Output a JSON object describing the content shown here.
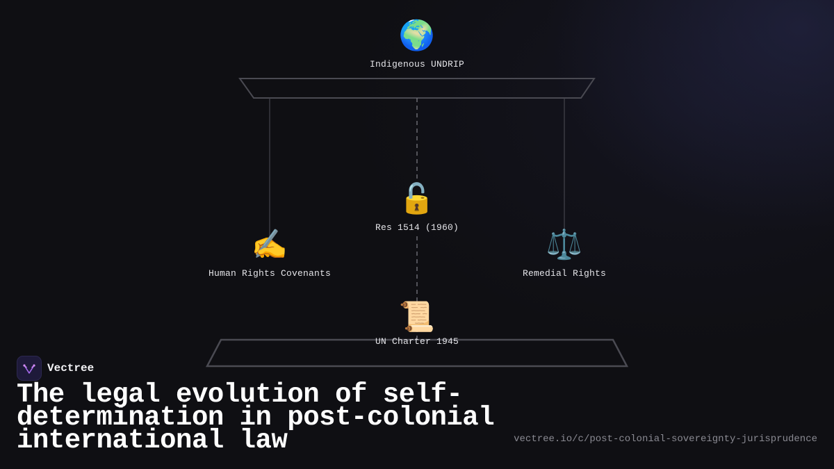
{
  "diagram": {
    "nodes": [
      {
        "id": "undrip",
        "icon": "globe-icon",
        "emoji": "🌍",
        "label": "Indigenous UNDRIP"
      },
      {
        "id": "res1514",
        "icon": "unlocked-padlock-icon",
        "emoji": "🔓",
        "label": "Res 1514 (1960)"
      },
      {
        "id": "covenants",
        "icon": "writing-hand-icon",
        "emoji": "✍️",
        "label": "Human Rights Covenants"
      },
      {
        "id": "remedial",
        "icon": "balance-scale-icon",
        "emoji": "⚖️",
        "label": "Remedial Rights"
      },
      {
        "id": "charter",
        "icon": "scroll-icon",
        "emoji": "📜",
        "label": "UN Charter 1945"
      }
    ]
  },
  "brand": {
    "name": "Vectree",
    "icon": "vectree-logo-icon"
  },
  "title": "The legal evolution of self-determination in post-colonial international law",
  "url": "vectree.io/c/post-colonial-sovereignty-jurisprudence"
}
